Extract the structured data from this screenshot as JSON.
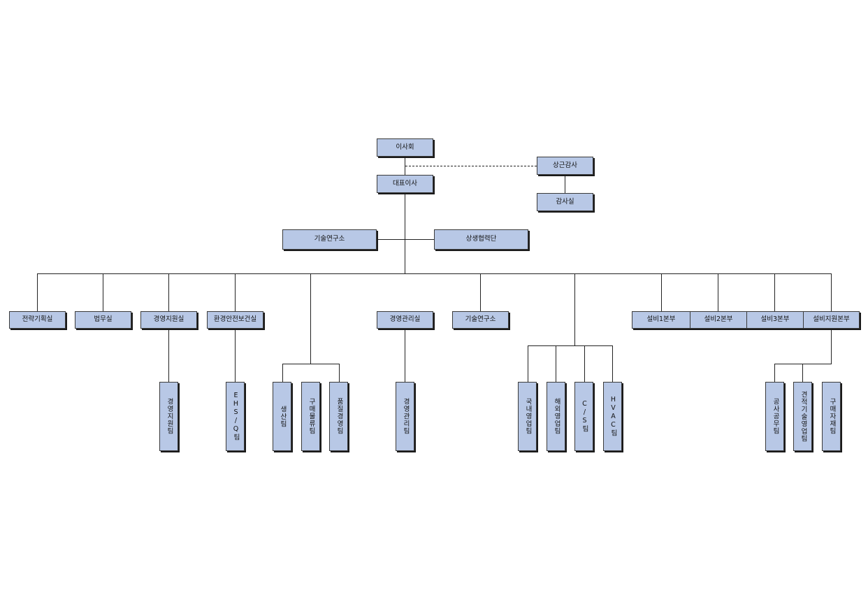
{
  "org": {
    "board": "이사회",
    "auditor": "상근감사",
    "audit_office": "감사실",
    "ceo": "대표이사",
    "rnd_center": "기술연구소",
    "partnership": "상생협력단",
    "depts": {
      "strategy": "전략기획실",
      "legal": "법무실",
      "mgmt_support": "경영지원실",
      "ehs_office": "환경안전보건실",
      "mgmt_admin": "경영관리실",
      "tech_lab": "기술연구소",
      "div1": "설비1본부",
      "div2": "설비2본부",
      "div3": "설비3본부",
      "div_support": "설비지원본부"
    },
    "teams": {
      "mgmt_support_team": "경영지원팀",
      "ehsq_team": "EHS/Q팀",
      "production_team": "생산팀",
      "purchase_logistics_team": "구매물류팀",
      "quality_team": "품질경영팀",
      "mgmt_admin_team": "경영관리팀",
      "domestic_sales_team": "국내영업팀",
      "overseas_sales_team": "해외영업팀",
      "cs_team": "C/S팀",
      "hvac_team": "HVAC팀",
      "construction_team": "공사공무팀",
      "estimate_team": "견적기술영업팀",
      "material_team": "구매자재팀"
    }
  }
}
